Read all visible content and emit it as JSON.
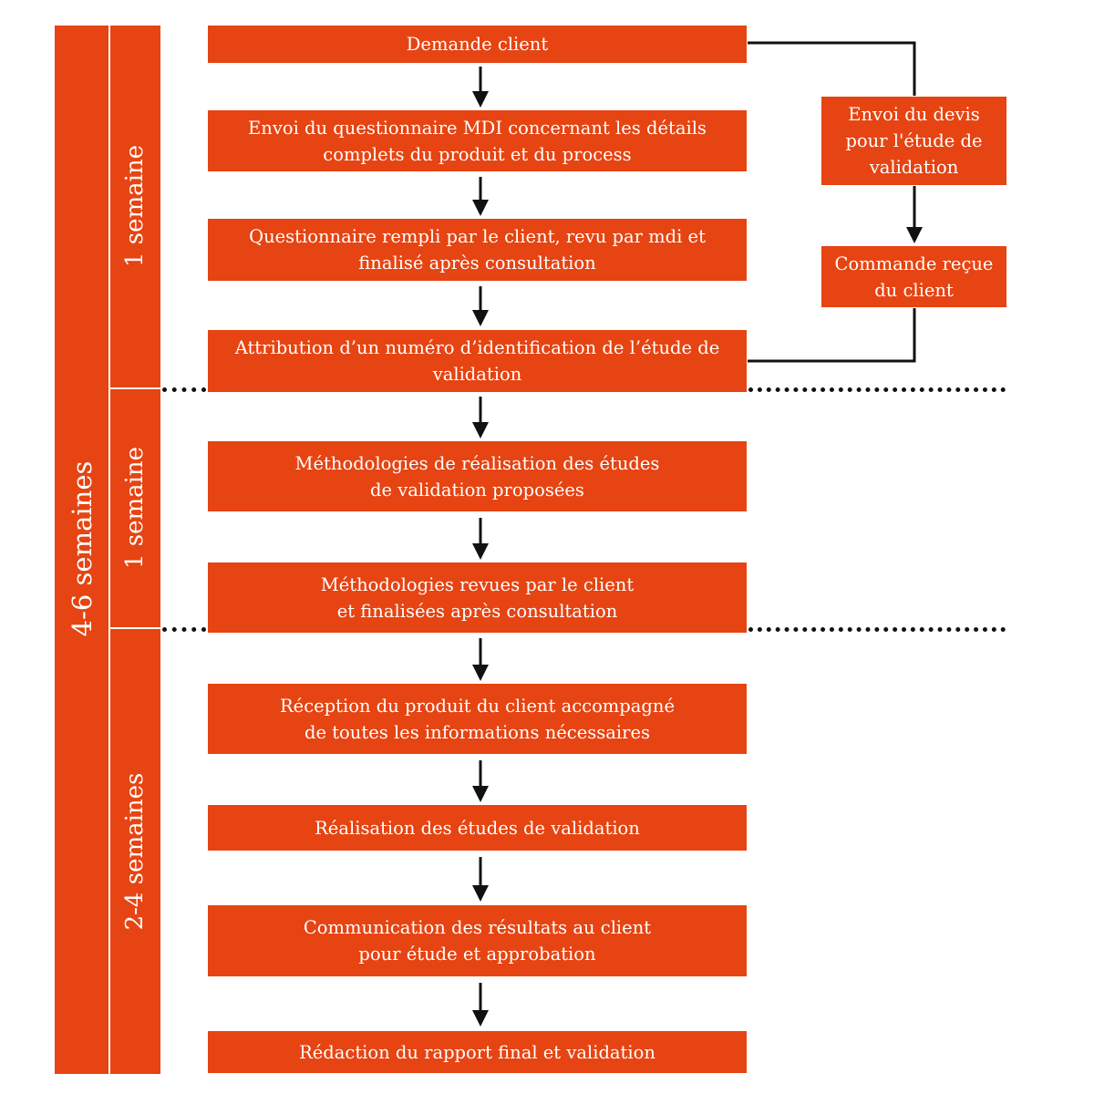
{
  "total_duration": "4-6 semaines",
  "phases": [
    {
      "duration": "1 semaine"
    },
    {
      "duration": "1 semaine"
    },
    {
      "duration": "2-4 semaines"
    }
  ],
  "steps": [
    "Demande client",
    "Envoi du questionnaire MDI concernant les détails\ncomplets du produit et du process",
    "Questionnaire rempli par le client, revu par mdi et\nfinalisé après consultation",
    "Attribution d’un numéro d’identification de l’étude de\nvalidation",
    "Méthodologies de réalisation des études\nde validation proposées",
    "Méthodologies revues par le client\net finalisées après consultation",
    "Réception du produit du client accompagné\nde toutes les informations nécessaires",
    "Réalisation des études de validation",
    "Communication des résultats au client\npour étude et approbation",
    "Rédaction du rapport final et validation"
  ],
  "side_steps": [
    "Envoi du devis\npour l'étude de\nvalidation",
    "Commande reçue\ndu client"
  ],
  "colors": {
    "box": "#e64412",
    "text": "#ffffff",
    "line": "#111111"
  }
}
